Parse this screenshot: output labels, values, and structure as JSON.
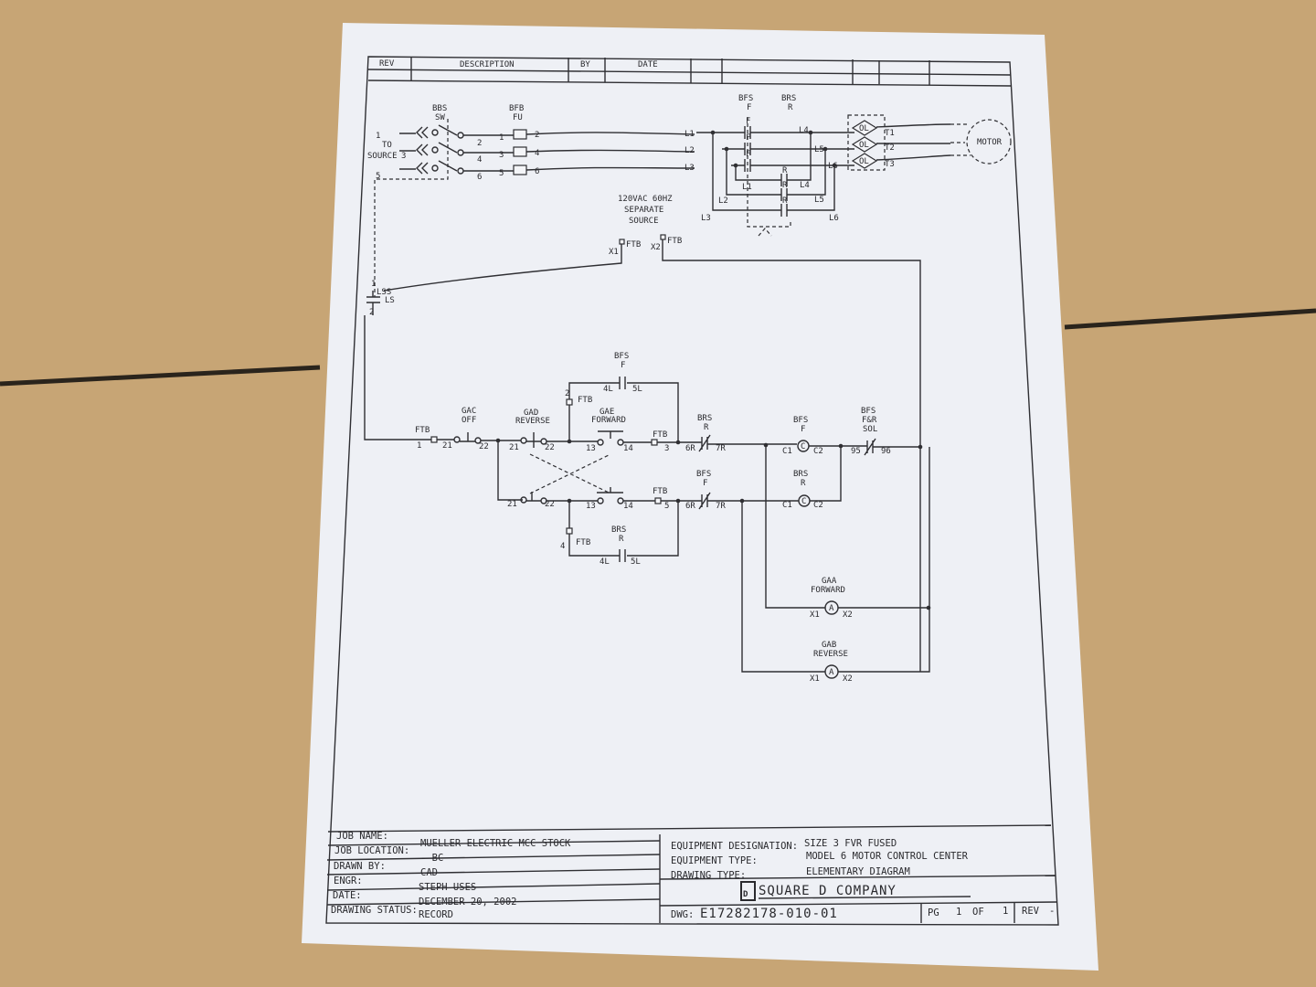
{
  "revision_block": {
    "rev": "REV",
    "description": "DESCRIPTION",
    "by": "BY",
    "date": "DATE"
  },
  "power": {
    "source_to": "TO",
    "source_label": "SOURCE",
    "source_terms": [
      "1",
      "3",
      "5"
    ],
    "disconnect": {
      "tag": "BBS",
      "name": "SW",
      "out_terms": [
        "2",
        "4",
        "6"
      ]
    },
    "fuse": {
      "tag": "BFB",
      "name": "FU",
      "in_terms": [
        "1",
        "3",
        "5"
      ],
      "out_terms": [
        "2",
        "4",
        "6"
      ]
    },
    "forward": {
      "tag": "BFS",
      "name": "F"
    },
    "reverse": {
      "tag": "BRS",
      "name": "R"
    },
    "lines": [
      "L1",
      "L2",
      "L3"
    ],
    "load_lines": [
      "L4",
      "L5",
      "L6"
    ],
    "overload": "OL",
    "motor_terms": [
      "T1",
      "T2",
      "T3"
    ],
    "motor": "MOTOR"
  },
  "control_source": {
    "line1": "120VAC 60HZ",
    "line2": "SEPARATE",
    "line3": "SOURCE",
    "x1": "X1",
    "x2": "X2",
    "ftb": "FTB"
  },
  "limit_switch": {
    "tag": "LSS",
    "name": "LS",
    "t1": "1",
    "t2": "2"
  },
  "control": {
    "ftb": "FTB",
    "off": {
      "tag": "GAC",
      "name": "OFF"
    },
    "reverse_pb": {
      "tag": "GAD",
      "name": "REVERSE"
    },
    "forward_pb": {
      "tag": "GAE",
      "name": "FORWARD"
    },
    "f_coil": {
      "tag": "BFS",
      "name": "F"
    },
    "r_coil": {
      "tag": "BRS",
      "name": "R"
    },
    "sol": {
      "tag": "BFS",
      "name1": "F&R",
      "name2": "SOL"
    },
    "fwd_light": {
      "tag": "GAA",
      "name": "FORWARD",
      "lamp": "A"
    },
    "rev_light": {
      "tag": "GAB",
      "name": "REVERSE",
      "lamp": "A"
    },
    "terms": {
      "t1": "1",
      "t2": "2",
      "t3": "3",
      "t4": "4",
      "t5": "5",
      "t21": "21",
      "t22": "22",
      "t13": "13",
      "t14": "14",
      "t6r": "6R",
      "t7r": "7R",
      "t4l": "4L",
      "t5l": "5L",
      "c1": "C1",
      "c2": "C2",
      "t95": "95",
      "t96": "96",
      "x1": "X1",
      "x2": "X2",
      "coil": "C"
    }
  },
  "title_block": {
    "job_name_label": "JOB NAME:",
    "job_name": "MUELLER ELECTRIC MCC STOCK",
    "job_location_label": "JOB LOCATION:",
    "job_location": "- BC",
    "drawn_by_label": "DRAWN BY:",
    "drawn_by": "CAD",
    "engr_label": "ENGR:",
    "engr": "STEPH USES",
    "date_label": "DATE:",
    "date": "DECEMBER 20, 2002",
    "status_label": "DRAWING STATUS:",
    "status": "RECORD",
    "equip_designation_label": "EQUIPMENT DESIGNATION:",
    "equip_designation": "SIZE 3 FVR FUSED",
    "equip_type_label": "EQUIPMENT TYPE:",
    "equip_type": "MODEL 6 MOTOR CONTROL CENTER",
    "drawing_type_label": "DRAWING TYPE:",
    "drawing_type": "ELEMENTARY DIAGRAM",
    "company_logo": "D",
    "company": "SQUARE D COMPANY",
    "dwg_label": "DWG:",
    "dwg": "E17282178-010-01",
    "pg_label": "PG",
    "pg": "1",
    "of_label": "OF",
    "pg_total": "1",
    "rev_label": "REV",
    "rev": "-"
  }
}
